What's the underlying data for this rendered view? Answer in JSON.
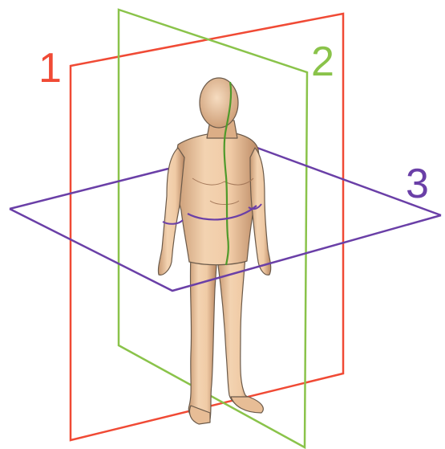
{
  "planes": [
    {
      "label": "1",
      "color": "#f04a35"
    },
    {
      "label": "2",
      "color": "#8ac34a"
    },
    {
      "label": "3",
      "color": "#6a3fa7"
    }
  ],
  "figure": {
    "skin_color": "#e8c19b",
    "outline_color": "#6b5a4a"
  }
}
